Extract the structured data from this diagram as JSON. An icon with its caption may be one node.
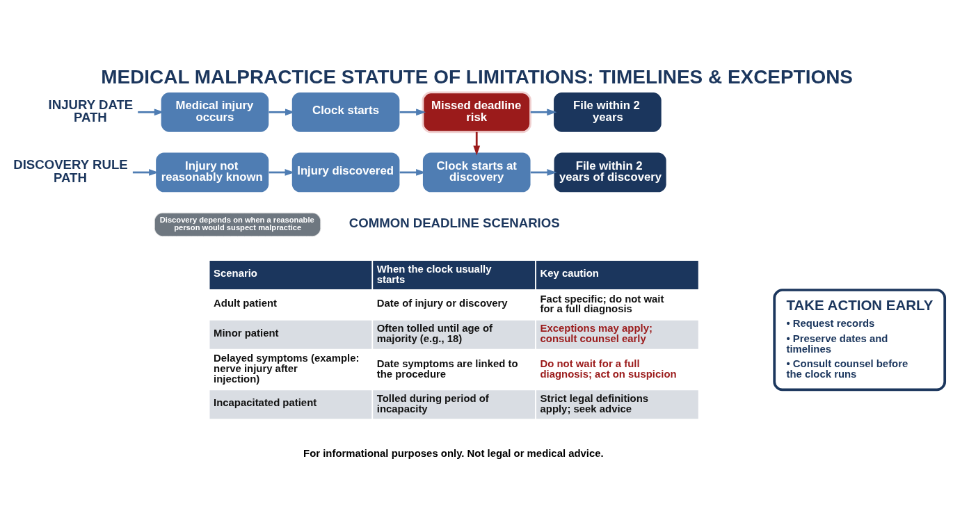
{
  "diagram": {
    "title": "MEDICAL MALPRACTICE STATUTE OF LIMITATIONS: TIMELINES & EXCEPTIONS",
    "caption": "For informational purposes only. Not legal or medical advice.",
    "nodes": [
      {
        "text": [
          "INJURY DATE PATH"
        ]
      },
      {
        "text": [
          "Medical injury occurs"
        ]
      },
      {
        "text": [
          "Clock starts"
        ]
      },
      {
        "text": [
          "Missed deadline risk"
        ]
      },
      {
        "text": [
          "File within 2 years"
        ]
      },
      {
        "text": [
          "DISCOVERY RULE PATH"
        ]
      },
      {
        "text": [
          "Injury not reasonably known"
        ]
      },
      {
        "text": [
          "Injury discovered"
        ]
      },
      {
        "text": [
          "Clock starts at discovery"
        ]
      },
      {
        "text": [
          "File within 2 years of discovery"
        ]
      },
      {
        "text": [
          "Discovery depends on when a reasonable person would suspect malpractice"
        ]
      },
      {
        "text": [
          "TAKE ACTION EARLY",
          "• Request records",
          "• Preserve dates and timelines",
          "• Consult counsel before the clock runs"
        ]
      }
    ],
    "edges": [
      {
        "from": 0,
        "to": 1,
        "arrow": "to"
      },
      {
        "from": 1,
        "to": 2,
        "arrow": "to"
      },
      {
        "from": 2,
        "to": 3,
        "arrow": "to"
      },
      {
        "from": 3,
        "to": 4,
        "arrow": "to"
      },
      {
        "from": 5,
        "to": 6,
        "arrow": "to"
      },
      {
        "from": 6,
        "to": 7,
        "arrow": "to"
      },
      {
        "from": 7,
        "to": 8,
        "arrow": "to"
      },
      {
        "from": 8,
        "to": 9,
        "arrow": "to"
      },
      {
        "from": 3,
        "to": 8,
        "arrow": "to",
        "color": "#9b1b1b"
      }
    ],
    "labels": [
      "COMMON DEADLINE SCENARIOS",
      "Scenario",
      "When the clock usually starts",
      "Key caution",
      "Adult patient",
      "Date of injury or discovery",
      "Fact specific; do not wait for a full diagnosis",
      "Minor patient",
      "Often tolled until age of majority (e.g., 18)",
      "Exceptions may apply; consult counsel early",
      "Delayed symptoms (example: nerve injury after injection)",
      "Date symptoms are linked to the procedure",
      "Do not wait for a full diagnosis; act on suspicion",
      "Incapacitated patient",
      "Tolled during period of incapacity",
      "Strict legal definitions apply; seek advice"
    ]
  }
}
